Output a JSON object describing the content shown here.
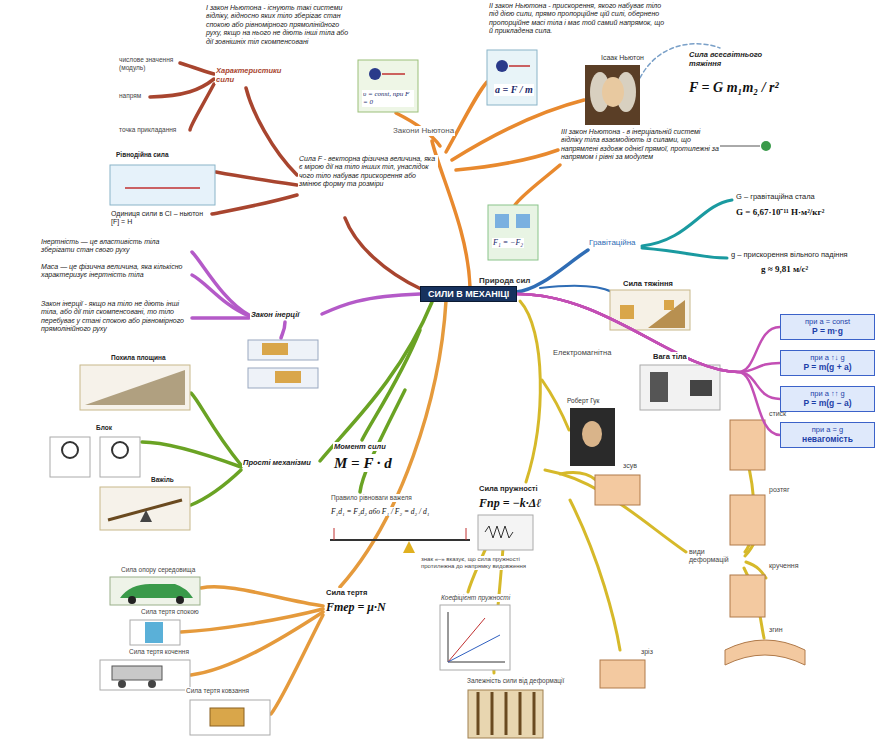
{
  "diagram": {
    "nodes": [
      {
        "text": [
          "СИЛИ В МЕХАНІЦІ"
        ]
      },
      {
        "text": [
          "при a = const",
          "P = m·g"
        ]
      },
      {
        "text": [
          "при a ↑↓ g",
          "P = m(g + a)"
        ]
      },
      {
        "text": [
          "при a ↑↑ g",
          "P = m(g − a)"
        ]
      },
      {
        "text": [
          "при a = g",
          "невагомість"
        ]
      }
    ],
    "edges": [
      {
        "from": 0,
        "to": 1,
        "arrow": "none"
      },
      {
        "from": 0,
        "to": 2,
        "arrow": "none"
      },
      {
        "from": 0,
        "to": 3,
        "arrow": "none"
      },
      {
        "from": 0,
        "to": 4,
        "arrow": "none"
      }
    ],
    "labels": [
      "І закон Ньютона - існують такі системи відліку, відносно яких тіло зберігає стан спокою або рівномірного прямолінійного руху, якщо на нього не діють інші тіла або дії зовнішніх тіл скомпенсовані",
      "υ = const, при F = 0",
      "Закони Ньютона",
      "II закон Ньютона - прискорення, якого набуває тіло під дією сили, прямо пропорційне цій силі, обернено пропорційне масі тіла і має той самий напрямок, що й прикладена сила.",
      "a = F / m",
      "Ісаак Ньютон",
      "Сила всесвітнього тяжіння",
      "F = G m₁m₂ / r²",
      "III закон Ньютона - в інерціальній системі відліку тіла взаємодіють із силами, що напрямлені вздовж однієї прямої, протилежні за напрямом і рівні за модулем",
      "F₁ = −F₂",
      "Гравітаційна",
      "G – гравітаційна стала",
      "G = 6,67·10⁻¹¹ Н·м²/кг²",
      "g – прискорення вільного падіння",
      "g ≈ 9,81 м/с²",
      "Природа сил",
      "Сила тяжіння",
      "Електромагнітна",
      "Вага тіла",
      "Роберт Гук",
      "зсув",
      "стиск",
      "розтяг",
      "кручення",
      "згин",
      "види деформацій",
      "зріз",
      "Сила пружності",
      "Fпр = −k·Δℓ",
      "знак «–» вказує, що сила пружності протилежна до напрямку видовження",
      "Коефіцієнт пружності",
      "Залежність сили від деформації",
      "Сила тертя",
      "Fтер = μ·N",
      "Сила опору середовища",
      "Сила тертя спокою",
      "Сила тертя кочення",
      "Сила тертя ковзання",
      "Похила площина",
      "Блок",
      "Важіль",
      "Прості механізми",
      "Момент сили",
      "M = F · d",
      "Правило рівноваги важеля",
      "F₁d₁ = F₂d₂ або F₁ / F₂ = d₂ / d₁",
      "Інертність — це властивість тіла зберігати стан свого руху",
      "Маса — це фізична величина, яка кількісно характеризує інертність тіла",
      "Закон інерції - якщо на тіло не діють інші тіла, або дії тіл скомпенсовані, то тіло перебуває у стані спокою або рівномірного прямолінійного руху",
      "Закон інерції",
      "Характеристики сили",
      "числове значення (модуль)",
      "напрям",
      "точка прикладання",
      "Рівнодійна сила",
      "Одиниця сили в СІ – ньютон [F] = Н",
      "Сила F - векторна фізична величина, яка є мірою дії на тіло інших тіл, унаслідок чого тіло набуває прискорення або змінює форму та розміри"
    ]
  }
}
